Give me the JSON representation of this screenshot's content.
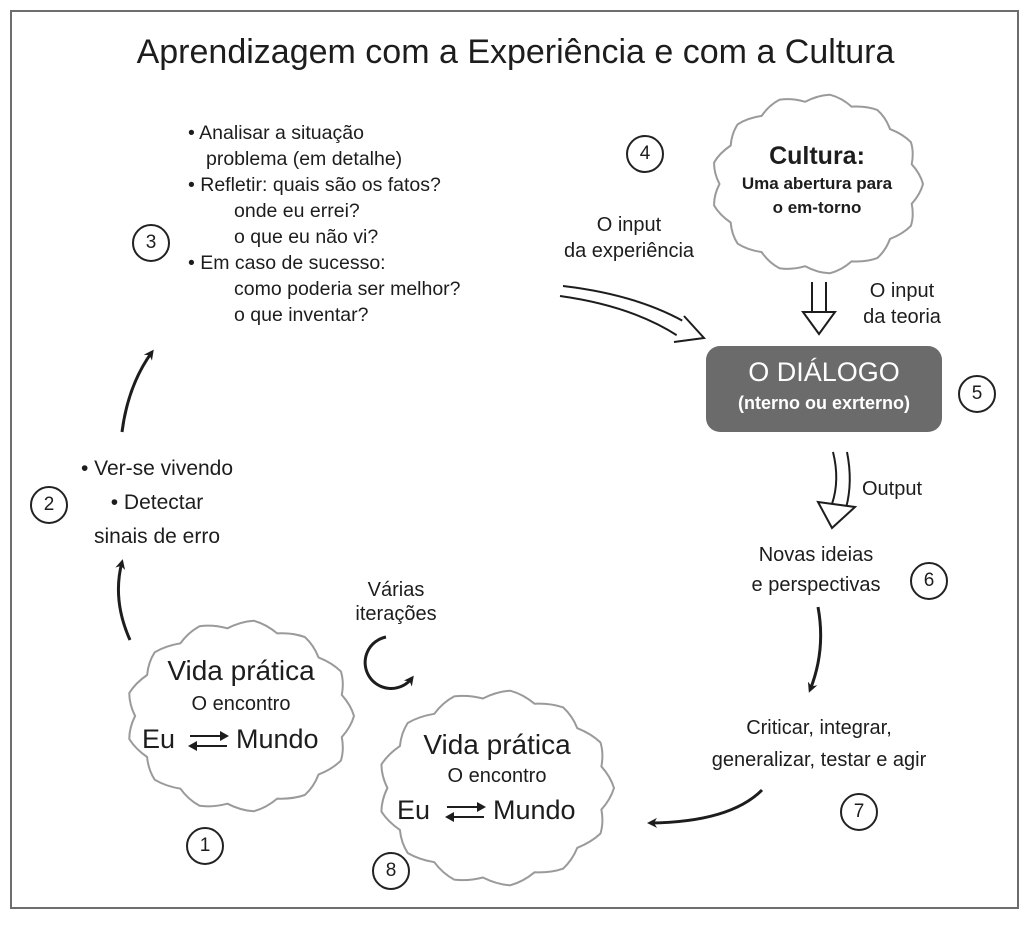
{
  "title": "Aprendizagem com a Experiência e com a Cultura",
  "steps": {
    "s1": "1",
    "s2": "2",
    "s3": "3",
    "s4": "4",
    "s5": "5",
    "s6": "6",
    "s7": "7",
    "s8": "8"
  },
  "step3": {
    "l1": "• Analisar a situação",
    "l2": "problema (em detalhe)",
    "l3": "• Refletir: quais são os fatos?",
    "l4": "onde eu errei?",
    "l5": "o que eu não vi?",
    "l6": "• Em caso de sucesso:",
    "l7": "como poderia ser melhor?",
    "l8": "o que inventar?"
  },
  "step2": {
    "l1": "• Ver-se vivendo",
    "l2": "• Detectar",
    "l3": "sinais de erro"
  },
  "cultura": {
    "title": "Cultura:",
    "l1": "Uma abertura para",
    "l2": "o em-torno"
  },
  "labels": {
    "input_experiencia_1": "O input",
    "input_experiencia_2": "da experiência",
    "input_teoria_1": "O input",
    "input_teoria_2": "da teoria",
    "output": "Output",
    "iteracoes_1": "Várias",
    "iteracoes_2": "iterações"
  },
  "dialogo": {
    "title": "O DIÁLOGO",
    "subtitle": "(nterno ou exrterno)"
  },
  "step6": {
    "l1": "Novas ideias",
    "l2": "e perspectivas"
  },
  "step7": {
    "l1": "Criticar, integrar,",
    "l2": "generalizar, testar e agir"
  },
  "vida1": {
    "title": "Vida prática",
    "sub": "O encontro",
    "eu": "Eu",
    "mundo": "Mundo"
  },
  "vida2": {
    "title": "Vida prática",
    "sub": "O encontro",
    "eu": "Eu",
    "mundo": "Mundo"
  },
  "colors": {
    "dialog_fill": "#6b6b6b",
    "stroke": "#1d1d1d",
    "blob_outline": "#9a9a9a"
  }
}
